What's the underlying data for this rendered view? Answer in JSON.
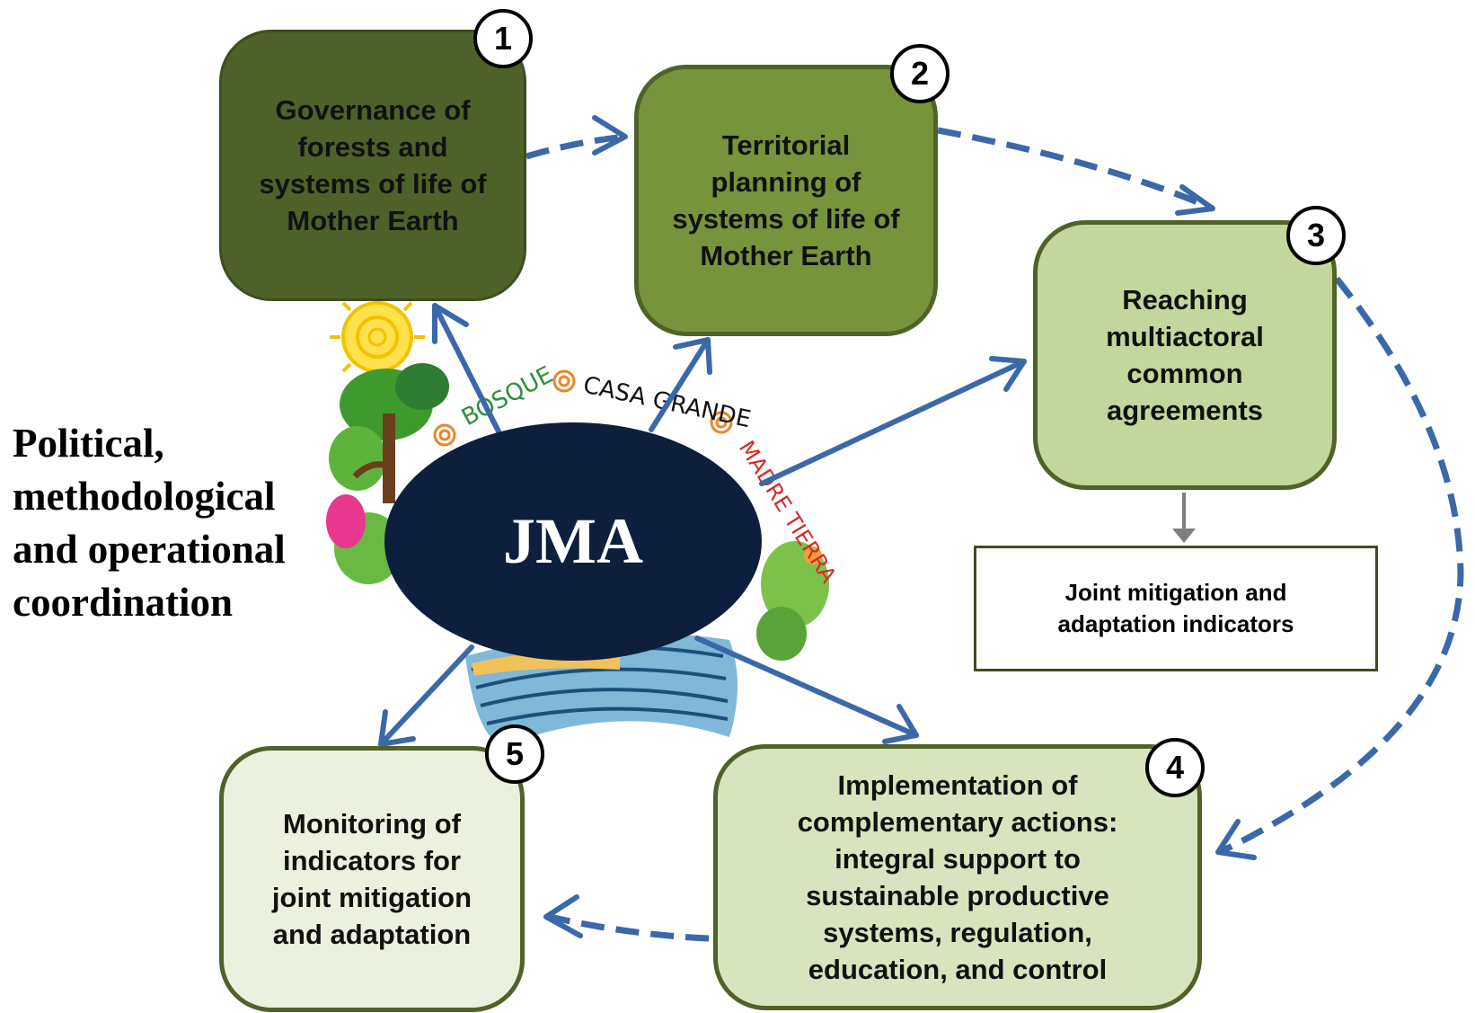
{
  "diagram": {
    "side_label": "Political, methodological and operational coordination",
    "center": "JMA",
    "illustration_words": [
      "BOSQUE",
      "CASA GRANDE",
      "MADRE TIERRA"
    ],
    "steps": [
      {
        "number": "1",
        "text": "Governance of forests and systems of life of Mother Earth"
      },
      {
        "number": "2",
        "text": "Territorial planning of systems of life of Mother Earth"
      },
      {
        "number": "3",
        "text": "Reaching multiactoral common agreements"
      },
      {
        "number": "4",
        "text": "Implementation of complementary actions: integral support to sustainable productive systems, regulation, education,  and control"
      },
      {
        "number": "5",
        "text": "Monitoring of indicators for joint mitigation and adaptation"
      }
    ],
    "indicators_box": "Joint mitigation and adaptation indicators"
  },
  "colors": {
    "step1": "#4e6128",
    "step2": "#77933c",
    "step3": "#c3d69b",
    "step4": "#d7e4bd",
    "step5": "#ebf1de",
    "border": "#4f6228",
    "arrow": "#3b68a8",
    "jma_fill": "#0e1f3d",
    "connector": "#7f7f7f"
  }
}
